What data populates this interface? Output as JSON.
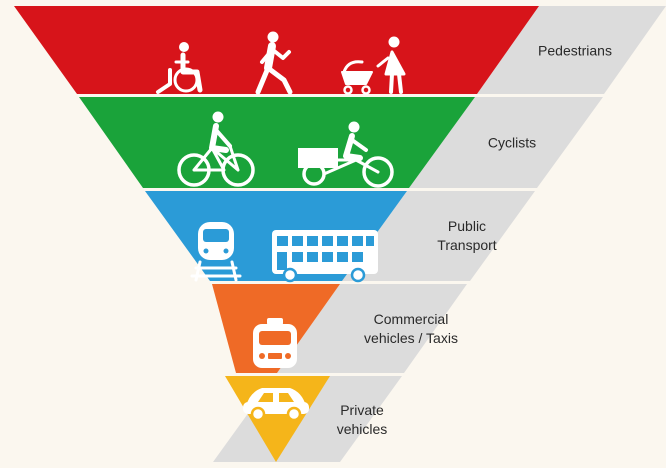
{
  "diagram": {
    "tiers": [
      {
        "label": "Pedestrians",
        "color": "#d7141a",
        "icons": [
          "wheelchair-user-icon",
          "pedestrian-icon",
          "person-with-pram-icon"
        ]
      },
      {
        "label": "Cyclists",
        "color": "#1aa33a",
        "icons": [
          "cyclist-icon",
          "cargo-bike-icon"
        ]
      },
      {
        "label_lines": [
          "Public",
          "Transport"
        ],
        "color": "#2b9bd7",
        "icons": [
          "train-icon",
          "double-decker-bus-icon"
        ]
      },
      {
        "label_lines": [
          "Commercial",
          "vehicles / Taxis"
        ],
        "color": "#ef6a26",
        "icons": [
          "taxi-front-icon"
        ]
      },
      {
        "label_lines": [
          "Private",
          "vehicles"
        ],
        "color": "#f5b51a",
        "icons": [
          "car-icon"
        ]
      }
    ],
    "band_color": "#dcdcdc"
  }
}
